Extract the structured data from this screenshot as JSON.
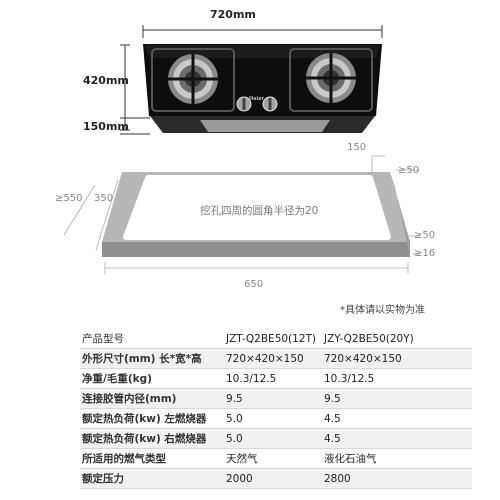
{
  "dimensions": {
    "width": "720mm",
    "height": "420mm",
    "thickness": "150mm"
  },
  "cutout": {
    "top_right": "150",
    "right_gap_top": "≥50",
    "left_outer": "≥550",
    "left_inner": "350",
    "center_note": "挖孔四周的圆角半径为20",
    "right_gap_bottom": "≥50",
    "right_gap_side": "≥16",
    "bottom_width": "650"
  },
  "brand_logo": "Haier",
  "disclaimer": "*具体请以实物为准",
  "spec_table": {
    "header": {
      "label": "产品型号",
      "v1": "JZT-Q2BE50(12T)",
      "v2": "JZY-Q2BE50(20Y)"
    },
    "rows": [
      {
        "label": "外形尺寸(mm) 长*宽*高",
        "v1": "720×420×150",
        "v2": "720×420×150"
      },
      {
        "label": "净重/毛重(kg)",
        "v1": "10.3/12.5",
        "v2": "10.3/12.5"
      },
      {
        "label": "连接胶管内径(mm)",
        "v1": "9.5",
        "v2": "9.5"
      },
      {
        "label": "额定热负荷(kw) 左燃烧器",
        "v1": "5.0",
        "v2": "4.5"
      },
      {
        "label": "额定热负荷(kw) 右燃烧器",
        "v1": "5.0",
        "v2": "4.5"
      },
      {
        "label": "所适用的燃气类型",
        "v1": "天然气",
        "v2": "液化石油气"
      },
      {
        "label": "额定压力",
        "v1": "2000",
        "v2": "2800"
      }
    ]
  },
  "colors": {
    "glass": "#0d0d0d",
    "steel": "#bdbdbd",
    "countertop": "#b7b7b7",
    "cutout": "#ffffff"
  }
}
